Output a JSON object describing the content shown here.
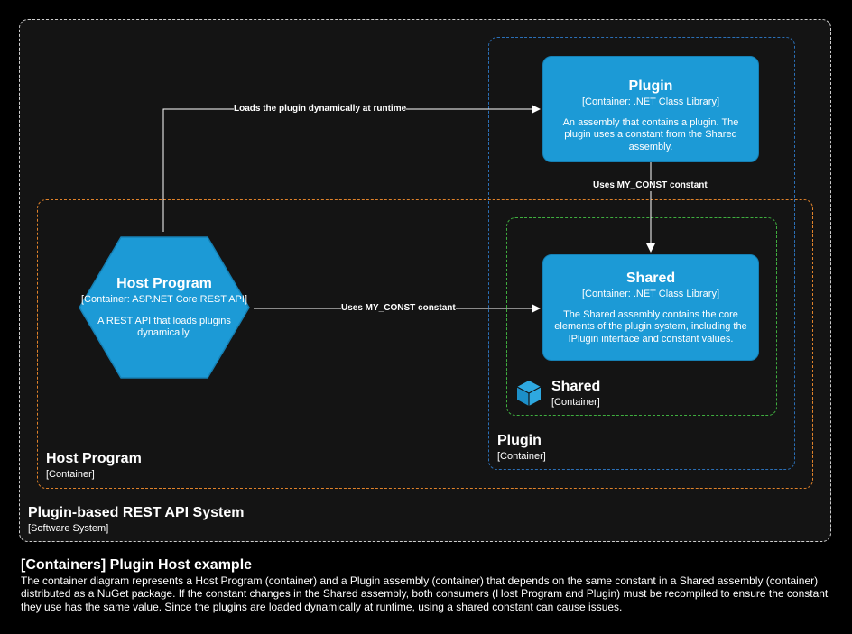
{
  "colors": {
    "background": "#000000",
    "system_fill": "#141414",
    "system_border": "#cfcfcf",
    "host_border": "#e0822a",
    "plugin_border": "#2b6fb6",
    "shared_border": "#3fae3f",
    "container_fill": "#1c9ad6",
    "edge": "#ffffff"
  },
  "boundaries": {
    "system": {
      "name": "Plugin-based REST API System",
      "type": "[Software System]"
    },
    "host": {
      "name": "Host Program",
      "type": "[Container]"
    },
    "plugin": {
      "name": "Plugin",
      "type": "[Container]"
    },
    "shared": {
      "name": "Shared",
      "type": "[Container]",
      "icon": "container-cube-icon"
    }
  },
  "nodes": {
    "plugin": {
      "title": "Plugin",
      "type": "[Container: .NET Class Library]",
      "description": "An assembly that contains a plugin. The plugin uses a constant from the Shared assembly."
    },
    "shared": {
      "title": "Shared",
      "type": "[Container: .NET Class Library]",
      "description": "The Shared assembly contains the core elements of the plugin system, including the IPlugin interface and constant values."
    },
    "host": {
      "title": "Host Program",
      "type": "[Container: ASP.NET Core REST API]",
      "description": "A REST API that loads plugins dynamically."
    }
  },
  "edges": {
    "host_to_plugin": "Loads the plugin dynamically at runtime",
    "plugin_to_shared": "Uses MY_CONST constant",
    "host_to_shared": "Uses MY_CONST constant"
  },
  "footer": {
    "title": "[Containers] Plugin Host example",
    "description": "The container diagram represents a Host Program (container) and a Plugin assembly (container) that depends on the same constant in a Shared assembly (container) distributed as a NuGet package. If the constant changes in the Shared assembly, both consumers (Host Program and Plugin) must be recompiled to ensure the constant they use has the same value. Since the plugins are loaded dynamically at runtime, using a shared constant can cause issues."
  }
}
